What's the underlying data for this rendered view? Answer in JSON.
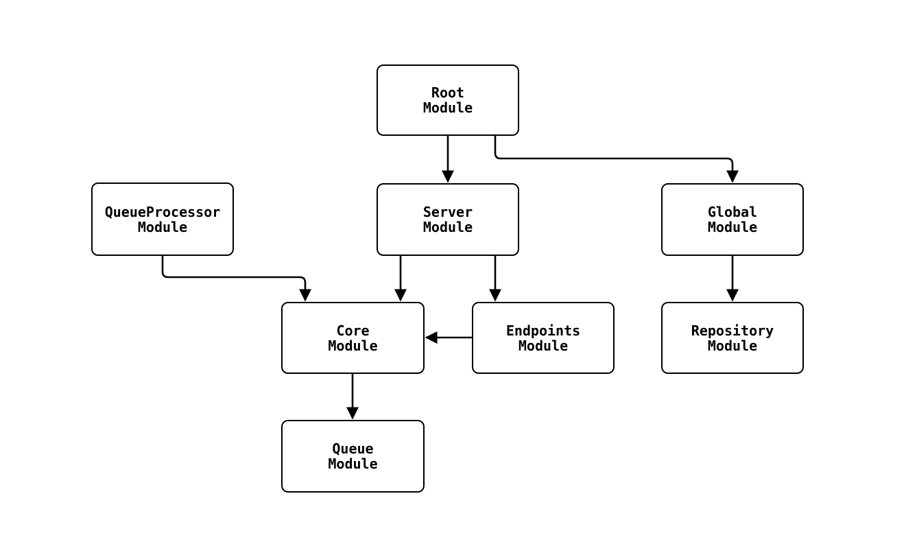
{
  "diagram": {
    "type": "module-dependency-graph",
    "background_color": "#ffffff",
    "stroke_color": "#000000",
    "node_fill_color": "#ffffff",
    "text_color": "#000000",
    "nodes": {
      "root": {
        "line1": "Root",
        "line2": "Module"
      },
      "queue_processor": {
        "line1": "QueueProcessor",
        "line2": "Module"
      },
      "server": {
        "line1": "Server",
        "line2": "Module"
      },
      "global": {
        "line1": "Global",
        "line2": "Module"
      },
      "core": {
        "line1": "Core",
        "line2": "Module"
      },
      "endpoints": {
        "line1": "Endpoints",
        "line2": "Module"
      },
      "repository": {
        "line1": "Repository",
        "line2": "Module"
      },
      "queue": {
        "line1": "Queue",
        "line2": "Module"
      }
    },
    "edges": [
      {
        "from": "Root Module",
        "to": "Server Module"
      },
      {
        "from": "Root Module",
        "to": "Global Module"
      },
      {
        "from": "QueueProcessor Module",
        "to": "Core Module"
      },
      {
        "from": "Server Module",
        "to": "Core Module"
      },
      {
        "from": "Server Module",
        "to": "Endpoints Module"
      },
      {
        "from": "Endpoints Module",
        "to": "Core Module"
      },
      {
        "from": "Global Module",
        "to": "Repository Module"
      },
      {
        "from": "Core Module",
        "to": "Queue Module"
      }
    ]
  }
}
